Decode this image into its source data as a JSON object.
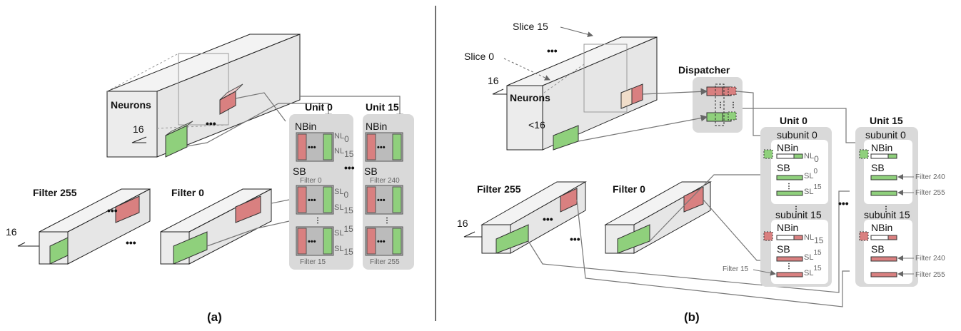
{
  "colors": {
    "red": "#d98080",
    "red_light": "#f0c6c6",
    "green": "#8fd07c",
    "green_light": "#cfe9c4",
    "unit_bg": "#d9d9d9",
    "box_face": "#ebebeb",
    "box_top": "#f4f4f4",
    "line": "#555555"
  },
  "panel_a": {
    "caption": "(a)",
    "neurons_label": "Neurons",
    "neurons_depth": "16",
    "filter_last_label": "Filter 255",
    "filter_first_label": "Filter 0",
    "filter_depth": "16",
    "unit0": {
      "title": "Unit 0",
      "nbin": "NBin",
      "sb": "SB",
      "nl": [
        "NL",
        "0",
        "NL",
        "15"
      ],
      "filter_top": "Filter 0",
      "filter_bottom": "Filter 15",
      "sl": [
        "SL",
        "0",
        "SL",
        "15"
      ],
      "sl_bottom": [
        "SL",
        "15",
        "SL",
        "15"
      ]
    },
    "unit15": {
      "title": "Unit 15",
      "nbin": "NBin",
      "sb": "SB",
      "filter_top": "Filter 240",
      "filter_bottom": "Filter 255"
    }
  },
  "panel_b": {
    "caption": "(b)",
    "slice_last": "Slice 15",
    "slice_first": "Slice 0",
    "neurons_label": "Neurons",
    "neurons_depth": "16",
    "neurons_sub": "<16",
    "dispatcher": "Dispatcher",
    "filter_last_label": "Filter 255",
    "filter_first_label": "Filter 0",
    "filter_depth": "16",
    "unit0": {
      "title": "Unit 0",
      "subunit_top": "subunit 0",
      "subunit_bottom": "subunit 15",
      "nbin": "NBin",
      "sb": "SB",
      "nl_top": [
        "NL",
        "0"
      ],
      "nl_bottom": [
        "NL",
        "15"
      ],
      "sl_a": [
        "SL",
        "0",
        "0"
      ],
      "sl_b": [
        "SL",
        "15",
        "0"
      ],
      "sl_c": [
        "SL",
        "15",
        "0"
      ],
      "sl_d": [
        "SL",
        "15",
        "15"
      ],
      "filter_side": "Filter 15"
    },
    "unit15": {
      "title": "Unit 15",
      "subunit_top": "subunit 0",
      "subunit_bottom": "subunit 15",
      "nbin": "NBin",
      "sb": "SB",
      "filters": [
        "Filter 240",
        "Filter 255",
        "Filter 240",
        "Filter 255"
      ]
    }
  },
  "ellipsis": "•••"
}
